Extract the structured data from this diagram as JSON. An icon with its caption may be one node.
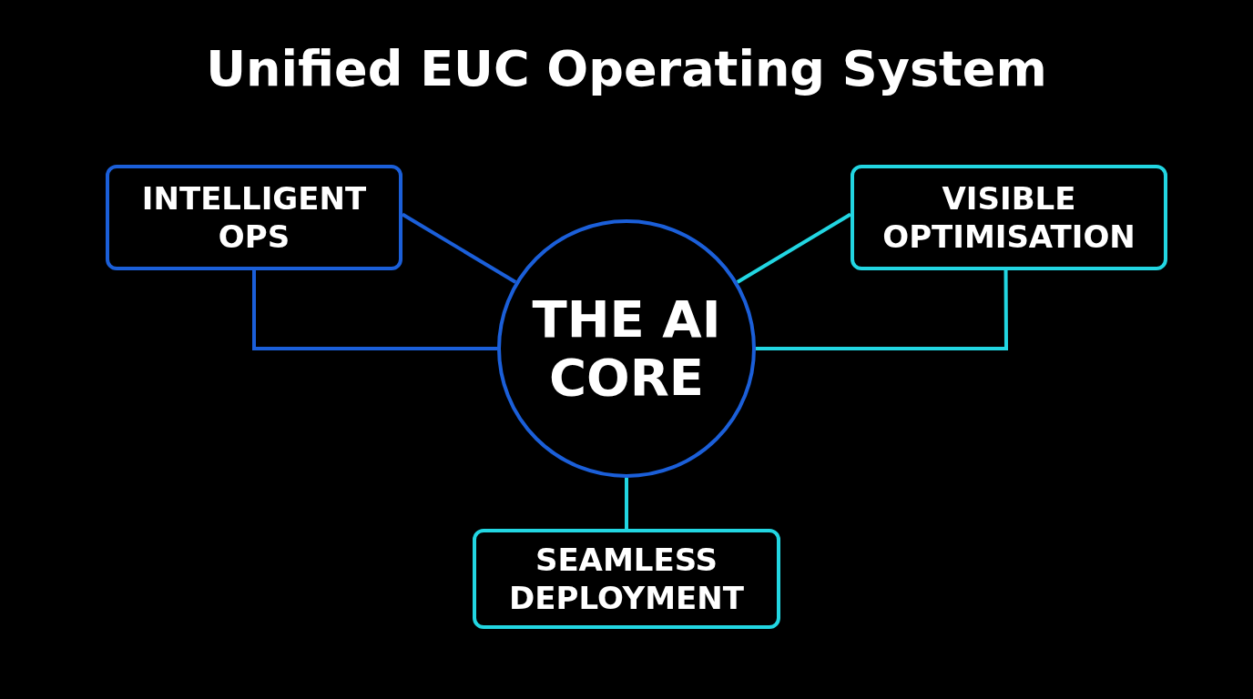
{
  "diagram": {
    "title": "Unified EUC Operating System",
    "nodes": [
      {
        "text": [
          "INTELLIGENT OPS"
        ]
      },
      {
        "text": [
          "VISIBLE OPTIMISATION"
        ]
      },
      {
        "text": [
          "THE AI CORE"
        ]
      },
      {
        "text": [
          "SEAMLESS DEPLOYMENT"
        ]
      }
    ],
    "edges": [
      {
        "from": 0,
        "to": 2,
        "arrow": "none",
        "color": "#1b5fd9"
      },
      {
        "from": 0,
        "to": 2,
        "arrow": "none",
        "color": "#1b5fd9"
      },
      {
        "from": 1,
        "to": 2,
        "arrow": "none"
      },
      {
        "from": 1,
        "to": 2,
        "arrow": "none"
      },
      {
        "from": 2,
        "to": 3,
        "arrow": "none"
      }
    ]
  }
}
